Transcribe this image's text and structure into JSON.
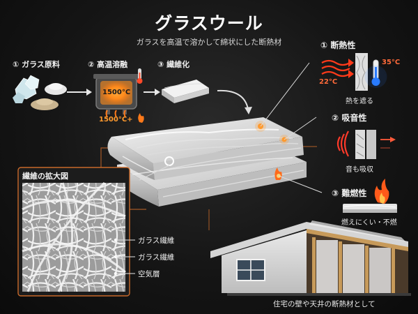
{
  "header": {
    "title": "グラスウール",
    "subtitle": "ガラスを高温で溶かして綿状にした断熱材"
  },
  "process": {
    "step1": "① ガラス原料",
    "step2": "② 高温溶融",
    "step3": "③ 繊維化",
    "furnace_temp": "1500°C",
    "furnace_caption": "1500°C+"
  },
  "properties": {
    "insulation": {
      "label": "① 断熱性",
      "caption": "熱を遮る",
      "temp_cold": "22°C",
      "temp_hot": "35°C"
    },
    "sound": {
      "label": "② 吸音性",
      "caption": "音も吸収"
    },
    "fire": {
      "label": "③ 難燃性",
      "caption": "燃えにくい・不燃"
    }
  },
  "enlarged": {
    "title": "繊維の拡大図",
    "labels": [
      "ガラス繊維",
      "ガラス繊維",
      "空気層"
    ]
  },
  "house": {
    "caption": "住宅の壁や天井の断熱材として"
  },
  "colors": {
    "accent": "#ff9a2e",
    "hot": "#ff4a2a",
    "cold": "#3a8cff",
    "background": "#141414"
  }
}
